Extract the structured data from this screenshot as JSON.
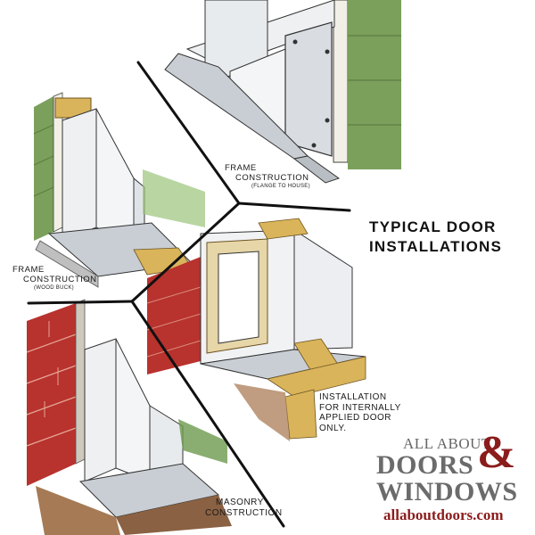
{
  "title": {
    "line1": "TYPICAL DOOR",
    "line2": "INSTALLATIONS"
  },
  "labels": {
    "frame_flange": {
      "line1": "FRAME",
      "line2": "CONSTRUCTION",
      "note": "(FLANGE TO HOUSE)"
    },
    "frame_wood": {
      "line1": "FRAME",
      "line2": "CONSTRUCTION",
      "note": "(WOOD BUCK)"
    },
    "internal": {
      "line1": "INSTALLATION",
      "line2": "FOR INTERNALLY",
      "line3": "APPLIED DOOR",
      "line4": "ONLY."
    },
    "masonry": {
      "line1": "MASONRY",
      "line2": "CONSTRUCTION"
    }
  },
  "brand": {
    "line1": "ALL ABOUT",
    "line2": "DOORS",
    "amp": "&",
    "line3": "WINDOWS",
    "url": "allaboutdoors.com"
  },
  "colors": {
    "siding": "#7ba05b",
    "brick": "#b8322e",
    "wood": "#d9b45a",
    "aluminum": "#dfe3e8",
    "soil": "#a57a55",
    "brand_gray": "#6b6b6b",
    "brand_red": "#8b1c1c"
  }
}
